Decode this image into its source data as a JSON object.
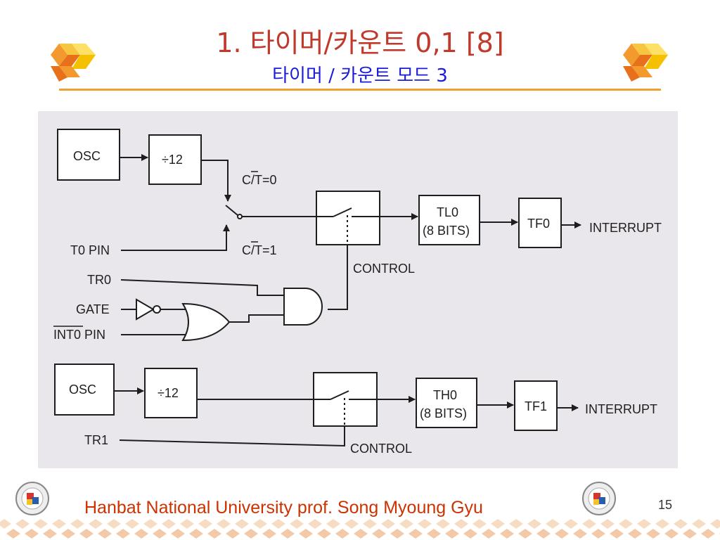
{
  "slide": {
    "title": "1. 타이머/카운트 0,1 [8]",
    "subtitle": "타이머 / 카운트 모드 3",
    "footer": "Hanbat National University prof. Song Myoung Gyu",
    "page_number": "15"
  },
  "colors": {
    "title": "#c0392b",
    "subtitle": "#1a1adc",
    "rule": "#f0a030",
    "footer": "#cc3300",
    "diagram_bg": "#e9e7ec"
  },
  "diagram": {
    "timer0": {
      "osc": "OSC",
      "divider": "÷12",
      "ct0": "C/T=0",
      "ct1": "C/T=1",
      "t0_pin": "T0 PIN",
      "tr0": "TR0",
      "gate": "GATE",
      "int0_pin": "INT0 PIN",
      "control": "CONTROL",
      "tl0": "TL0",
      "tl0_bits": "(8 BITS)",
      "tf0": "TF0",
      "interrupt": "INTERRUPT"
    },
    "timer1": {
      "osc": "OSC",
      "divider": "÷12",
      "tr1": "TR1",
      "control": "CONTROL",
      "th0": "TH0",
      "th0_bits": "(8 BITS)",
      "tf1": "TF1",
      "interrupt": "INTERRUPT"
    }
  }
}
